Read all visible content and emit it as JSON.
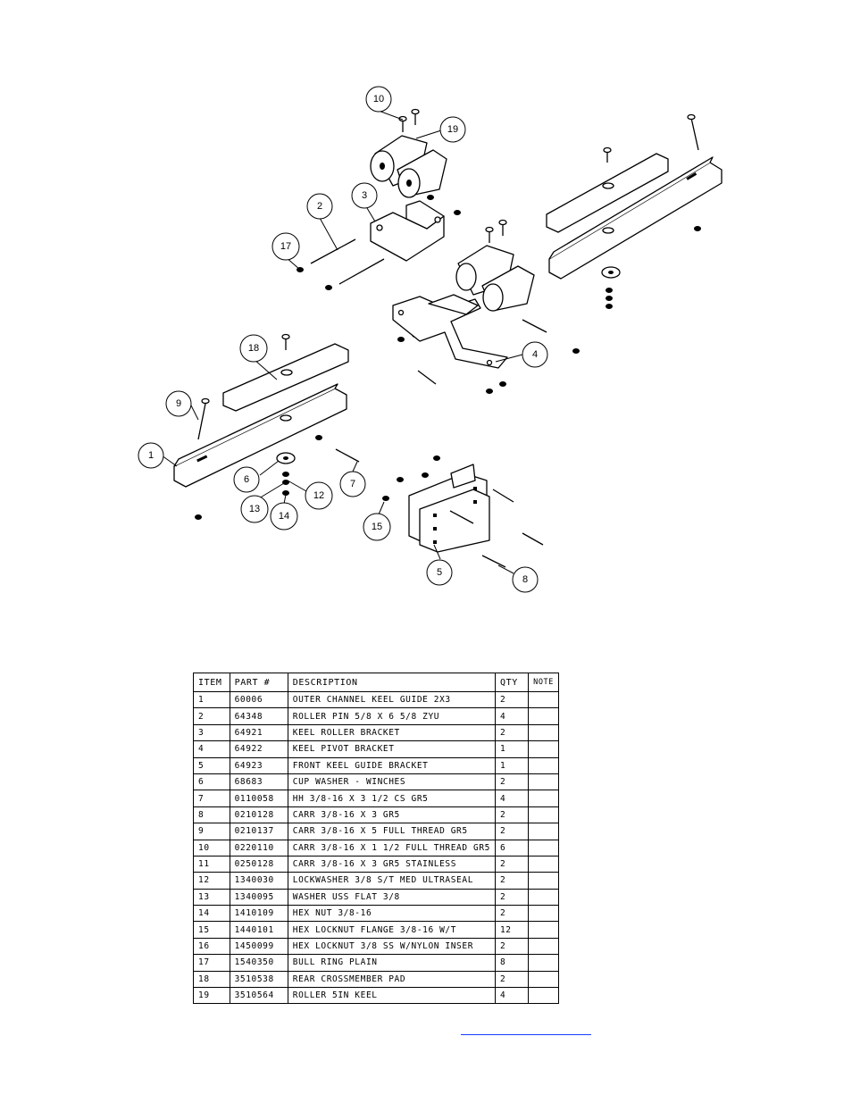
{
  "callouts": [
    "1",
    "2",
    "3",
    "4",
    "5",
    "6",
    "7",
    "8",
    "9",
    "10",
    "12",
    "13",
    "14",
    "15",
    "17",
    "18",
    "19"
  ],
  "table": {
    "headers": {
      "item": "ITEM",
      "part": "PART #",
      "description": "DESCRIPTION",
      "qty": "QTY",
      "note": "NOTE"
    },
    "rows": [
      {
        "item": "1",
        "part": "60006",
        "description": "OUTER CHANNEL KEEL GUIDE 2X3",
        "qty": "2",
        "note": ""
      },
      {
        "item": "2",
        "part": "64348",
        "description": "ROLLER PIN  5/8 X 6 5/8 ZYU",
        "qty": "4",
        "note": ""
      },
      {
        "item": "3",
        "part": "64921",
        "description": "KEEL ROLLER BRACKET",
        "qty": "2",
        "note": ""
      },
      {
        "item": "4",
        "part": "64922",
        "description": "KEEL PIVOT BRACKET",
        "qty": "1",
        "note": ""
      },
      {
        "item": "5",
        "part": "64923",
        "description": "FRONT KEEL GUIDE BRACKET",
        "qty": "1",
        "note": ""
      },
      {
        "item": "6",
        "part": "68683",
        "description": "CUP WASHER - WINCHES",
        "qty": "2",
        "note": ""
      },
      {
        "item": "7",
        "part": "0110058",
        "description": "HH 3/8-16 X 3 1/2 CS GR5",
        "qty": "4",
        "note": ""
      },
      {
        "item": "8",
        "part": "0210128",
        "description": "CARR 3/8-16 X 3 GR5",
        "qty": "2",
        "note": ""
      },
      {
        "item": "9",
        "part": "0210137",
        "description": "CARR 3/8-16 X 5 FULL THREAD GR5",
        "qty": "2",
        "note": ""
      },
      {
        "item": "10",
        "part": "0220110",
        "description": "CARR 3/8-16 X 1 1/2 FULL THREAD GR5",
        "qty": "6",
        "note": ""
      },
      {
        "item": "11",
        "part": "0250128",
        "description": "CARR 3/8-16 X 3 GR5 STAINLESS",
        "qty": "2",
        "note": ""
      },
      {
        "item": "12",
        "part": "1340030",
        "description": "LOCKWASHER 3/8 S/T MED ULTRASEAL",
        "qty": "2",
        "note": ""
      },
      {
        "item": "13",
        "part": "1340095",
        "description": "WASHER USS FLAT 3/8",
        "qty": "2",
        "note": ""
      },
      {
        "item": "14",
        "part": "1410109",
        "description": "HEX NUT 3/8-16",
        "qty": "2",
        "note": ""
      },
      {
        "item": "15",
        "part": "1440101",
        "description": "HEX LOCKNUT FLANGE 3/8-16 W/T",
        "qty": "12",
        "note": ""
      },
      {
        "item": "16",
        "part": "1450099",
        "description": "HEX LOCKNUT 3/8 SS W/NYLON INSER",
        "qty": "2",
        "note": ""
      },
      {
        "item": "17",
        "part": "1540350",
        "description": "BULL RING PLAIN",
        "qty": "8",
        "note": ""
      },
      {
        "item": "18",
        "part": "3510538",
        "description": "REAR CROSSMEMBER PAD",
        "qty": "2",
        "note": ""
      },
      {
        "item": "19",
        "part": "3510564",
        "description": "ROLLER 5IN KEEL",
        "qty": "4",
        "note": ""
      }
    ]
  }
}
